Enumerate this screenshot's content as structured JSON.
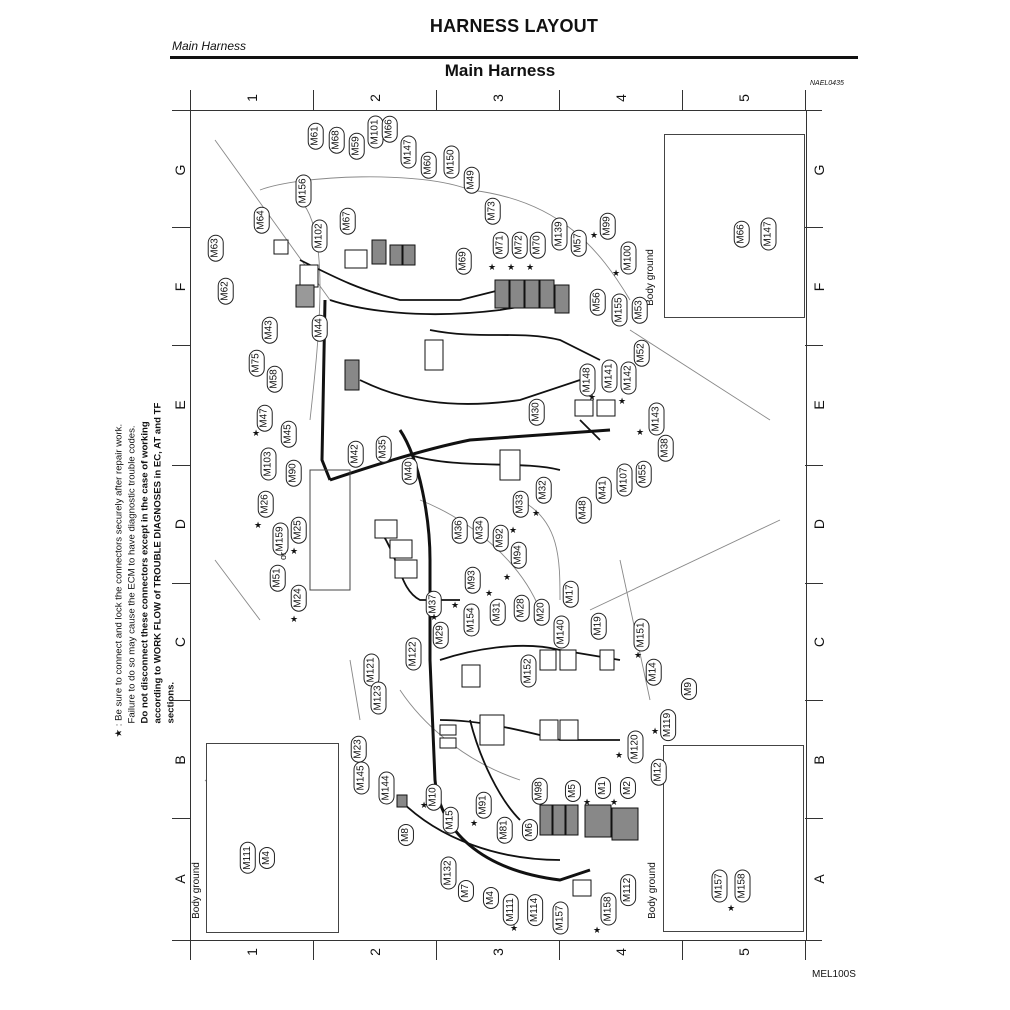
{
  "header": {
    "page_title": "HARNESS LAYOUT",
    "section_label": "Main Harness",
    "diagram_title": "Main Harness",
    "ref_code": "NAEL0435"
  },
  "grid": {
    "columns": [
      "1",
      "2",
      "3",
      "4",
      "5"
    ],
    "rows": [
      "G",
      "F",
      "E",
      "D",
      "C",
      "B",
      "A"
    ]
  },
  "note": {
    "marker": "★ :",
    "line1": "Be sure to connect and lock the connectors securely after repair work.",
    "line2": "Failure to do so may cause the ECM to have diagnostic trouble codes.",
    "line3": "Do not disconnect these connectors except in the case of working",
    "line4": "according to WORK FLOW of TROUBLE DIAGNOSES in EC, AT and TF",
    "line5": "sections."
  },
  "insets": [
    {
      "label": "Body ground",
      "connectors": [
        "M66",
        "M147"
      ]
    },
    {
      "label": "Body ground",
      "connectors": [
        "M111",
        "M4"
      ]
    },
    {
      "label": "Body ground",
      "connectors": [
        "M157",
        "M158"
      ]
    }
  ],
  "connector_or": "or",
  "connectors": [
    "M61",
    "M68",
    "M59",
    "M101",
    "M66",
    "M147",
    "M60",
    "M150",
    "M49",
    "M73",
    "M156",
    "M102",
    "M67",
    "M64",
    "M63",
    "M62",
    "M71",
    "M72",
    "M70",
    "M139",
    "M57",
    "M99",
    "M100",
    "M69",
    "M56",
    "M155",
    "M53",
    "M52",
    "M43",
    "M44",
    "M75",
    "M58",
    "M148",
    "M141",
    "M142",
    "M143",
    "M38",
    "M30",
    "M47",
    "M45",
    "M103",
    "M90",
    "M42",
    "M35",
    "M40",
    "M26",
    "M25",
    "M159",
    "M51",
    "M24",
    "M55",
    "M107",
    "M41",
    "M48",
    "M32",
    "M33",
    "M36",
    "M34",
    "M92",
    "M94",
    "M93",
    "M37",
    "M154",
    "M29",
    "M31",
    "M28",
    "M20",
    "M17",
    "M140",
    "M19",
    "M151",
    "M14",
    "M9",
    "M152",
    "M122",
    "M121",
    "M123",
    "M119",
    "M120",
    "M12",
    "M23",
    "M145",
    "M144",
    "M10",
    "M15",
    "M91",
    "M81",
    "M98",
    "M6",
    "M5",
    "M1",
    "M2",
    "M8",
    "M132",
    "M7",
    "M4",
    "M111",
    "M114",
    "M157",
    "M158",
    "M112"
  ],
  "footer": {
    "doc_code": "MEL100S"
  }
}
